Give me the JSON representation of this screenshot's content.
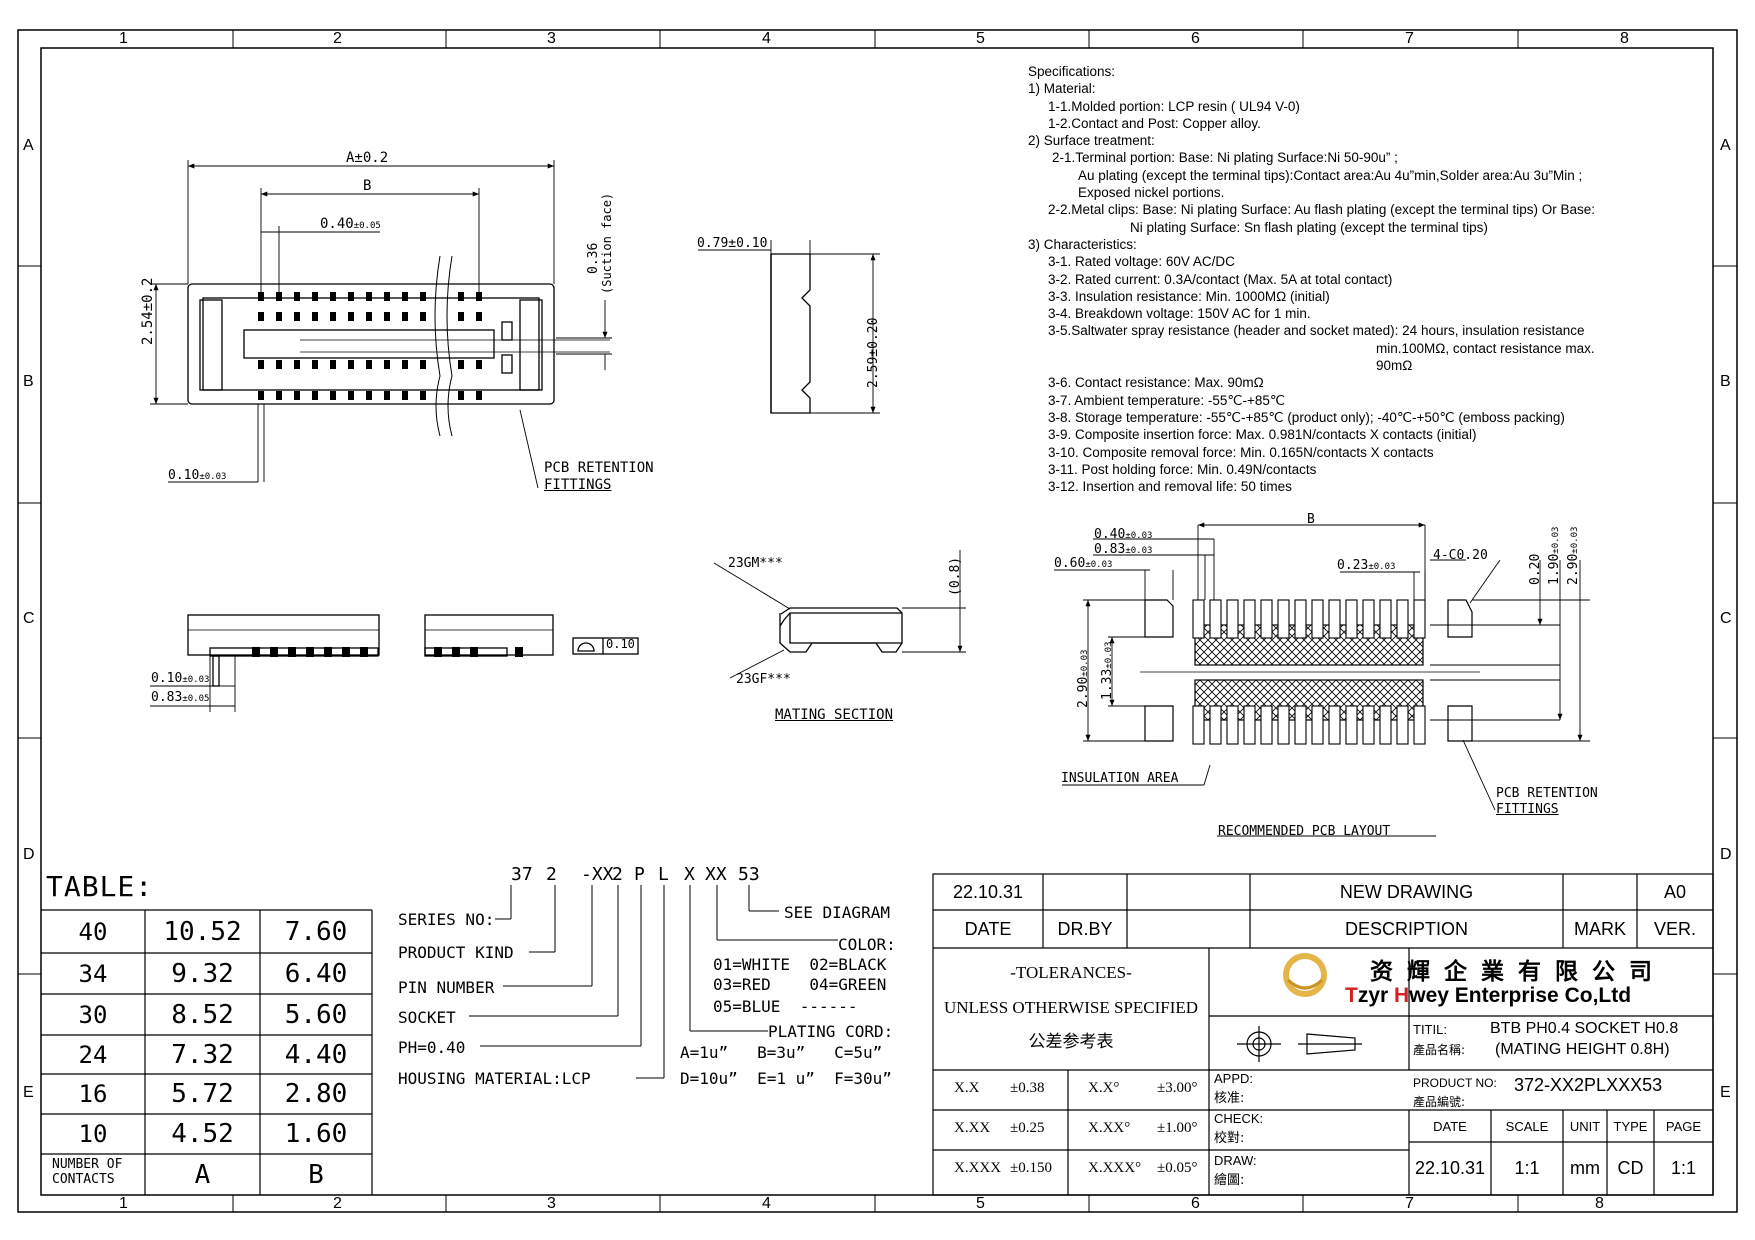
{
  "frame": {
    "columns": [
      "1",
      "2",
      "3",
      "4",
      "5",
      "6",
      "7",
      "8"
    ],
    "rows": [
      "A",
      "B",
      "C",
      "D",
      "E"
    ],
    "bottom_columns": [
      "1",
      "2",
      "3",
      "4",
      "5",
      "6",
      "7",
      "8"
    ]
  },
  "specifications": {
    "lines": [
      "Specifications:",
      "1) Material:",
      "1-1.Molded portion: LCP resin ( UL94 V-0)",
      "1-2.Contact and Post: Copper alloy.",
      "2) Surface treatment:",
      "2-1.Terminal portion: Base: Ni plating Surface:Ni 50-90u” ;",
      "Au plating (except the terminal tips):Contact area:Au 4u”min,Solder area:Au 3u”Min ;",
      "Exposed nickel portions.",
      "2-2.Metal clips: Base: Ni plating Surface: Au flash plating (except the terminal tips) Or Base:",
      "Ni plating Surface: Sn flash plating (except the terminal tips)",
      "3) Characteristics:",
      "3-1. Rated voltage: 60V AC/DC",
      "3-2. Rated current: 0.3A/contact (Max. 5A at total contact)",
      "3-3. Insulation resistance: Min. 1000MΩ (initial)",
      "3-4. Breakdown voltage: 150V AC for 1 min.",
      "3-5.Saltwater spray resistance (header and socket mated): 24 hours, insulation resistance",
      "min.100MΩ, contact resistance max.",
      "90mΩ",
      "3-6. Contact resistance: Max. 90mΩ",
      "3-7. Ambient temperature: -55℃-+85℃",
      "3-8. Storage temperature: -55℃-+85℃ (product only); -40℃-+50℃ (emboss packing)",
      "3-9. Composite insertion force: Max. 0.981N/contacts X contacts (initial)",
      "3-10. Composite removal force: Min. 0.165N/contacts X contacts",
      "3-11. Post holding force: Min. 0.49N/contacts",
      "3-12. Insertion and removal life: 50 times"
    ]
  },
  "top_view": {
    "dim_a": "A±0.2",
    "dim_b": "B",
    "pitch": "0.40",
    "pitch_tol": "±0.05",
    "height": "2.54±0.2",
    "suction": "0.36",
    "suction_note": "(Suction face)",
    "lead": "0.10",
    "lead_tol": "±0.03",
    "retention_1": "PCB RETENTION",
    "retention_2": "FITTINGS"
  },
  "side_view": {
    "width": "0.79±0.10",
    "height": "2.59±0.20"
  },
  "front_view": {
    "flatness": "0.10",
    "d1": "0.10",
    "d1_tol": "±0.03",
    "d2": "0.83",
    "d2_tol": "±0.05"
  },
  "mating": {
    "upper": "23GM***",
    "lower": "23GF***",
    "height": "(0.8)",
    "title": "MATING SECTION"
  },
  "pcb_layout": {
    "b": "B",
    "d040": "0.40",
    "d040_tol": "±0.03",
    "d083": "0.83",
    "d083_tol": "±0.03",
    "d060": "0.60",
    "d060_tol": "±0.03",
    "d023": "0.23",
    "d023_tol": "±0.03",
    "chamfer": "4-C0.20",
    "d020": "0.20",
    "d190": "1.90",
    "d190_tol": "±0.03",
    "d290r": "2.90",
    "d290r_tol": "±0.03",
    "d290l": "2.90",
    "d290l_tol": "±0.03",
    "d133": "1.33",
    "d133_tol": "±0.03",
    "insulation": "INSULATION AREA",
    "retention_1": "PCB RETENTION",
    "retention_2": "FITTINGS",
    "title": "RECOMMENDED PCB LAYOUT"
  },
  "table": {
    "title": "TABLE:",
    "rows": [
      {
        "n": "40",
        "a": "10.52",
        "b": "7.60"
      },
      {
        "n": "34",
        "a": "9.32",
        "b": "6.40"
      },
      {
        "n": "30",
        "a": "8.52",
        "b": "5.60"
      },
      {
        "n": "24",
        "a": "7.32",
        "b": "4.40"
      },
      {
        "n": "16",
        "a": "5.72",
        "b": "2.80"
      },
      {
        "n": "10",
        "a": "4.52",
        "b": "1.60"
      }
    ],
    "footer_n1": "NUMBER OF",
    "footer_n2": "CONTACTS",
    "footer_a": "A",
    "footer_b": "B"
  },
  "part_number": {
    "code": [
      "37",
      "2",
      "-XX",
      "2",
      "P",
      "L",
      "X",
      "XX",
      "53"
    ],
    "series": "SERIES NO:",
    "product_kind": "PRODUCT KIND",
    "pin_number": "PIN NUMBER",
    "socket": "SOCKET",
    "pitch": "PH=0.40",
    "housing": "HOUSING MATERIAL:LCP",
    "see_diagram": "SEE DIAGRAM",
    "color": "COLOR:",
    "colors_1": "01=WHITE  02=BLACK",
    "colors_2": "03=RED    04=GREEN",
    "colors_3": "05=BLUE  ------",
    "plating": "PLATING CORD:",
    "plating_1": "A=1u”   B=3u”   C=5u”",
    "plating_2": "D=10u”  E=1 u”  F=30u”"
  },
  "title_block": {
    "rev_date": "22.10.31",
    "rev_desc": "NEW  DRAWING",
    "rev_ver": "A0",
    "h_date": "DATE",
    "h_drby": "DR.BY",
    "h_desc": "DESCRIPTION",
    "h_mark": "MARK",
    "h_ver": "VER.",
    "tol_1": "-TOLERANCES-",
    "tol_2": "UNLESS OTHERWISE SPECIFIED",
    "tol_3": "公差参考表",
    "company_cn": "资 輝 企 業 有 限 公 司",
    "company_en": "Tzyr Hwey Enterprise Co,Ltd",
    "logo": "T.H",
    "titil_label": "TITIL:",
    "titil_label_cn": "產品名稱:",
    "title_1": "BTB PH0.4 SOCKET H0.8",
    "title_2": "(MATING HEIGHT 0.8H)",
    "tols": [
      {
        "k": "X.X",
        "v": "±0.38",
        "ka": "X.X°",
        "va": "±3.00°"
      },
      {
        "k": "X.XX",
        "v": "±0.25",
        "ka": "X.XX°",
        "va": "±1.00°"
      },
      {
        "k": "X.XXX",
        "v": "±0.150",
        "ka": "X.XXX°",
        "va": "±0.05°"
      }
    ],
    "appd": "APPD:",
    "appd_cn": "核准:",
    "check": "CHECK:",
    "check_cn": "校對:",
    "draw": "DRAW:",
    "draw_cn": "繪圖:",
    "product_no_label": "PRODUCT NO:",
    "product_no_cn": "產品編號:",
    "product_no": "372-XX2PLXXX53",
    "f_date": "DATE",
    "f_scale": "SCALE",
    "f_unit": "UNIT",
    "f_type": "TYPE",
    "f_page": "PAGE",
    "v_date": "22.10.31",
    "v_scale": "1:1",
    "v_unit": "mm",
    "v_type": "CD",
    "v_page": "1:1"
  }
}
